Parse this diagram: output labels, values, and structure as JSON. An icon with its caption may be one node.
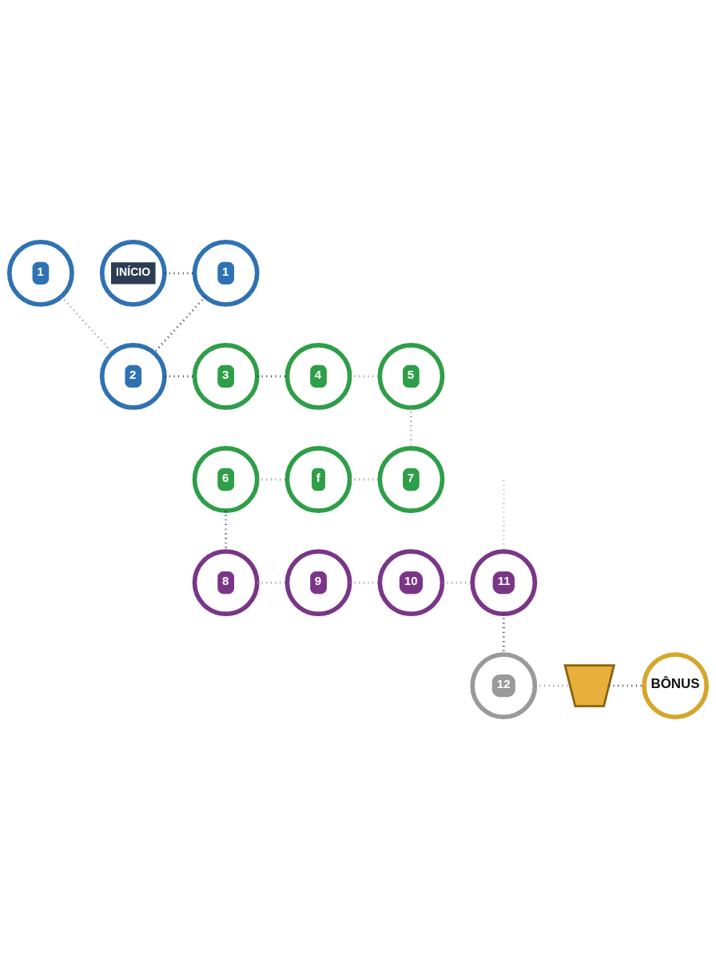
{
  "diagram": {
    "nodes": [
      {
        "text": [
          "INÍCIO"
        ]
      },
      {
        "text": [
          "1"
        ]
      },
      {
        "text": [
          "1"
        ]
      },
      {
        "text": [
          "2"
        ]
      },
      {
        "text": [
          "3"
        ]
      },
      {
        "text": [
          "4"
        ]
      },
      {
        "text": [
          "5"
        ]
      },
      {
        "text": [
          "6"
        ]
      },
      {
        "text": [
          "f"
        ]
      },
      {
        "text": [
          "7"
        ]
      },
      {
        "text": [
          "8"
        ]
      },
      {
        "text": [
          "9"
        ]
      },
      {
        "text": [
          "10"
        ]
      },
      {
        "text": [
          "11"
        ]
      },
      {
        "text": [
          "12"
        ]
      },
      {
        "text": [],
        "shape": "picture"
      },
      {
        "text": [
          "BÔNUS"
        ]
      }
    ],
    "edges": [
      {
        "from": 0,
        "to": 2,
        "arrow": "none",
        "color": "#1f3348"
      },
      {
        "from": 2,
        "to": 3,
        "arrow": "none",
        "color": "#1f3348"
      },
      {
        "from": 1,
        "to": 3,
        "arrow": "none"
      },
      {
        "from": 3,
        "to": 4,
        "arrow": "none",
        "color": "#1f3348"
      },
      {
        "from": 4,
        "to": 5,
        "arrow": "none",
        "color": "#1f3348"
      },
      {
        "from": 5,
        "to": 6,
        "arrow": "none"
      },
      {
        "from": 6,
        "to": 9,
        "arrow": "none"
      },
      {
        "from": 7,
        "to": 8,
        "arrow": "none"
      },
      {
        "from": 8,
        "to": 9,
        "arrow": "none"
      },
      {
        "from": 7,
        "to": 10,
        "arrow": "none",
        "color": "#1f3348"
      },
      {
        "from": 10,
        "to": 11,
        "arrow": "none"
      },
      {
        "from": 11,
        "to": 12,
        "arrow": "none"
      },
      {
        "from": 12,
        "to": 13,
        "arrow": "none"
      },
      {
        "from": null,
        "to": 13,
        "arrow": "none",
        "color": "#b5b5b5"
      },
      {
        "from": 13,
        "to": 14,
        "arrow": "none",
        "color": "#1f3348"
      },
      {
        "from": 14,
        "to": 15,
        "arrow": "none"
      },
      {
        "from": 15,
        "to": 16,
        "arrow": "none",
        "color": "#1f3348"
      }
    ]
  }
}
